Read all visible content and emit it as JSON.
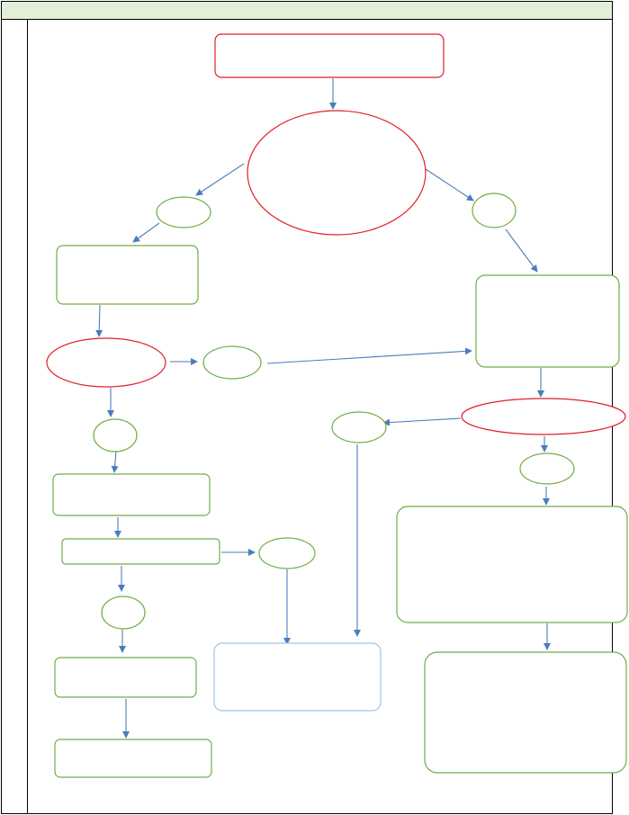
{
  "colors": {
    "header_fill": "#e2efd9",
    "frame": "#000000",
    "start_shape": "#e0202a",
    "decision_shape": "#e0202a",
    "process_shape": "#70ad47",
    "end_shape": "#9dc3e6",
    "connector": "#4a7ebb"
  },
  "diagram": {
    "type": "flowchart",
    "nodes": [
      {
        "id": "start-box",
        "shape": "rounded-rect",
        "role": "start",
        "label": ""
      },
      {
        "id": "main-decision",
        "shape": "ellipse",
        "role": "decision",
        "label": ""
      },
      {
        "id": "branch-left-label",
        "shape": "ellipse",
        "role": "connector-label",
        "label": ""
      },
      {
        "id": "branch-right-label",
        "shape": "ellipse",
        "role": "connector-label",
        "label": ""
      },
      {
        "id": "left-process-1",
        "shape": "rounded-rect",
        "role": "process",
        "label": ""
      },
      {
        "id": "right-process-1",
        "shape": "rounded-rect",
        "role": "process",
        "label": ""
      },
      {
        "id": "left-decision",
        "shape": "ellipse",
        "role": "decision",
        "label": ""
      },
      {
        "id": "left-decision-side-label",
        "shape": "ellipse",
        "role": "connector-label",
        "label": ""
      },
      {
        "id": "left-decision-down-label",
        "shape": "ellipse",
        "role": "connector-label",
        "label": ""
      },
      {
        "id": "right-decision",
        "shape": "ellipse",
        "role": "decision",
        "label": ""
      },
      {
        "id": "right-decision-side-label",
        "shape": "ellipse",
        "role": "connector-label",
        "label": ""
      },
      {
        "id": "right-decision-down-label",
        "shape": "ellipse",
        "role": "connector-label",
        "label": ""
      },
      {
        "id": "left-process-2",
        "shape": "rounded-rect",
        "role": "process",
        "label": ""
      },
      {
        "id": "left-process-3",
        "shape": "rounded-rect",
        "role": "process",
        "label": ""
      },
      {
        "id": "left-process-3-side-label",
        "shape": "ellipse",
        "role": "connector-label",
        "label": ""
      },
      {
        "id": "left-process-3-down-label",
        "shape": "ellipse",
        "role": "connector-label",
        "label": ""
      },
      {
        "id": "right-process-2",
        "shape": "rounded-rect",
        "role": "process",
        "label": ""
      },
      {
        "id": "right-process-3",
        "shape": "rounded-rect",
        "role": "process",
        "label": ""
      },
      {
        "id": "left-process-4",
        "shape": "rounded-rect",
        "role": "process",
        "label": ""
      },
      {
        "id": "left-process-5",
        "shape": "rounded-rect",
        "role": "process",
        "label": ""
      },
      {
        "id": "end-box",
        "shape": "rounded-rect",
        "role": "end",
        "label": ""
      }
    ]
  }
}
